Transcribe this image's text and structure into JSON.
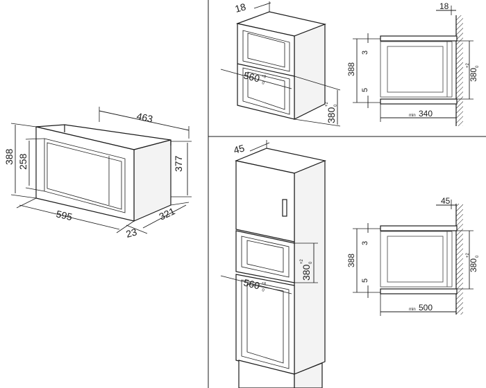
{
  "panel_main": {
    "width": "463",
    "height_outer": "388",
    "height_inner": "258",
    "depth_right": "377",
    "width_front": "595",
    "depth_base": "321",
    "offset_small": "23"
  },
  "panel_top_left": {
    "top_offset": "18",
    "niche_width": "560",
    "niche_width_sup": "+8",
    "niche_width_sub": "0",
    "niche_height": "380",
    "niche_height_sup": "+2",
    "niche_height_sub": "0"
  },
  "panel_top_right": {
    "wall_offset": "18",
    "height_388": "388",
    "gap_top": "3",
    "gap_bottom": "5",
    "height_380": "380",
    "height_380_sup": "+2",
    "height_380_sub": "0",
    "min_prefix": "min",
    "min_depth": "340"
  },
  "panel_bottom_left": {
    "top_offset": "45",
    "niche_height": "380",
    "niche_height_sup": "+2",
    "niche_height_sub": "0",
    "niche_width": "560",
    "niche_width_sup": "+8",
    "niche_width_sub": "0"
  },
  "panel_bottom_right": {
    "wall_offset": "45",
    "height_388": "388",
    "gap_top": "3",
    "gap_bottom": "5",
    "height_380": "380",
    "height_380_sup": "+2",
    "height_380_sub": "0",
    "min_prefix": "min",
    "min_depth": "500"
  },
  "colors": {
    "line": "#1a1a1a",
    "background": "#ffffff"
  }
}
